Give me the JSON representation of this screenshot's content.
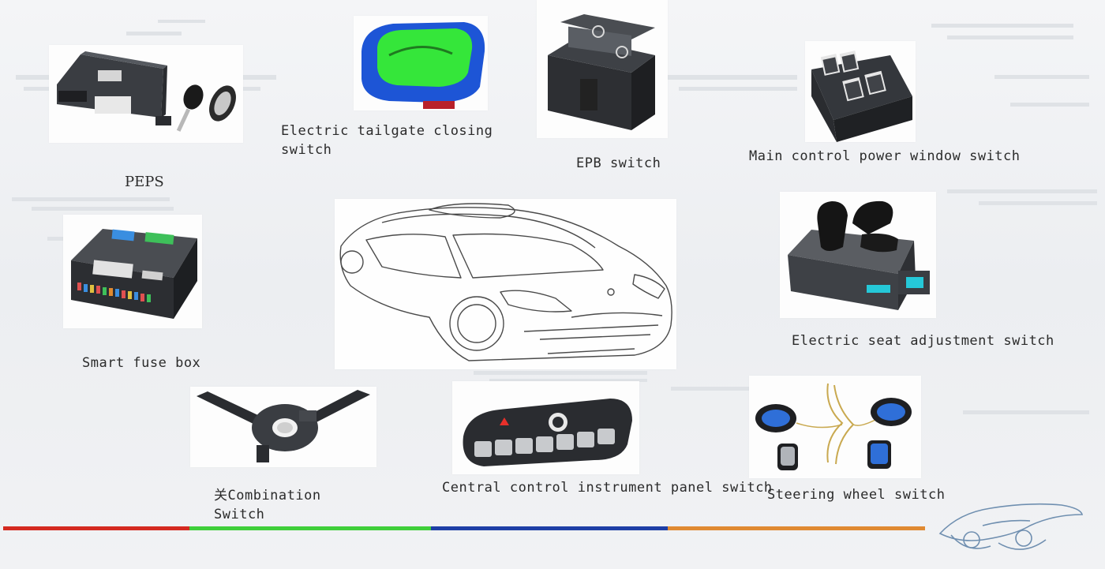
{
  "labels": {
    "peps": "PEPS",
    "tailgate": "Electric tailgate closing\nswitch",
    "epb": "EPB switch",
    "window": "Main control power window switch",
    "fuse": "Smart fuse box",
    "seat": "Electric seat adjustment switch",
    "combo": "关Combination\nSwitch",
    "panel": "Central control instrument panel switch",
    "steering": "Steering wheel switch"
  },
  "icons": {
    "peps": "peps-module-icon",
    "tailgate": "tailgate-switch-icon",
    "epb": "epb-switch-icon",
    "window": "window-switch-icon",
    "fuse": "fuse-box-icon",
    "car": "car-sketch-icon",
    "seat": "seat-switch-icon",
    "combo": "combination-switch-icon",
    "panel": "instrument-panel-switch-icon",
    "steering": "steering-wheel-switch-icon",
    "logo": "car-logo-icon"
  },
  "colors": {
    "stripe_red": "#d42a20",
    "stripe_green": "#3fcf3a",
    "stripe_blue": "#1e3fa6",
    "stripe_orange": "#e08a32",
    "tailgate_blue": "#1d55d6",
    "tailgate_green": "#35e63a",
    "steering_blue": "#2f6fd8"
  }
}
